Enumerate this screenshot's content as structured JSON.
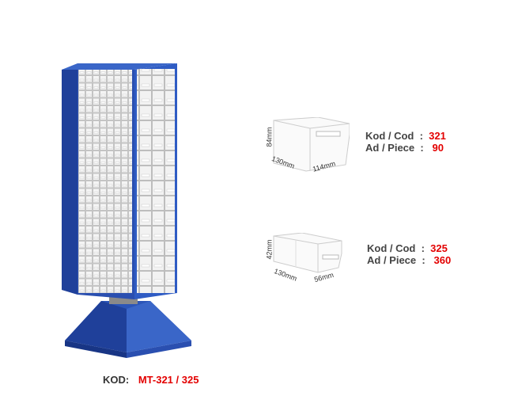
{
  "product": {
    "code_label": "KOD:",
    "code_value": "MT-321 / 325"
  },
  "bins": [
    {
      "height": "84mm",
      "length": "130mm",
      "width": "114mm",
      "code_label": "Kod / Cod",
      "code": "321",
      "piece_label": "Ad / Piece",
      "piece": "90"
    },
    {
      "height": "42mm",
      "length": "130mm",
      "width": "56mm",
      "code_label": "Kod / Cod",
      "code": "325",
      "piece_label": "Ad / Piece",
      "piece": "360"
    }
  ],
  "colors": {
    "frame": "#2a4fb0",
    "accent": "#e30000"
  }
}
